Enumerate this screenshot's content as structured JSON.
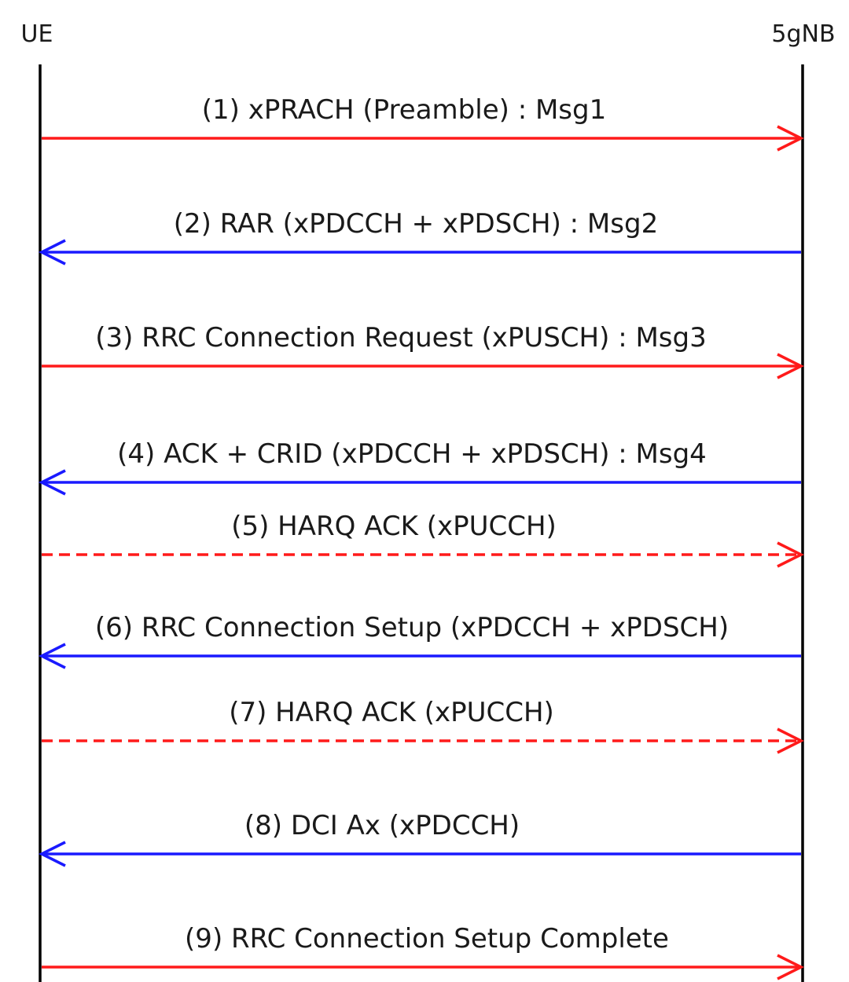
{
  "entities": {
    "left": "UE",
    "right": "5gNB"
  },
  "colors": {
    "uplink": "#ff1a1a",
    "downlink": "#1a1aff",
    "lifeline": "#000000",
    "text": "#1a1a1a"
  },
  "messages": [
    {
      "label": "(1) xPRACH (Preamble) : Msg1",
      "direction": "right",
      "style": "solid",
      "color": "uplink"
    },
    {
      "label": "(2) RAR (xPDCCH + xPDSCH) : Msg2",
      "direction": "left",
      "style": "solid",
      "color": "downlink"
    },
    {
      "label": "(3) RRC Connection Request (xPUSCH) : Msg3",
      "direction": "right",
      "style": "solid",
      "color": "uplink"
    },
    {
      "label": "(4) ACK + CRID (xPDCCH + xPDSCH) : Msg4",
      "direction": "left",
      "style": "solid",
      "color": "downlink"
    },
    {
      "label": "(5) HARQ ACK (xPUCCH)",
      "direction": "right",
      "style": "dashed",
      "color": "uplink"
    },
    {
      "label": "(6) RRC Connection Setup (xPDCCH + xPDSCH)",
      "direction": "left",
      "style": "solid",
      "color": "downlink"
    },
    {
      "label": "(7) HARQ ACK (xPUCCH)",
      "direction": "right",
      "style": "dashed",
      "color": "uplink"
    },
    {
      "label": "(8) DCI Ax (xPDCCH)",
      "direction": "left",
      "style": "solid",
      "color": "downlink"
    },
    {
      "label": "(9) RRC Connection Setup Complete",
      "direction": "right",
      "style": "solid",
      "color": "uplink"
    }
  ]
}
